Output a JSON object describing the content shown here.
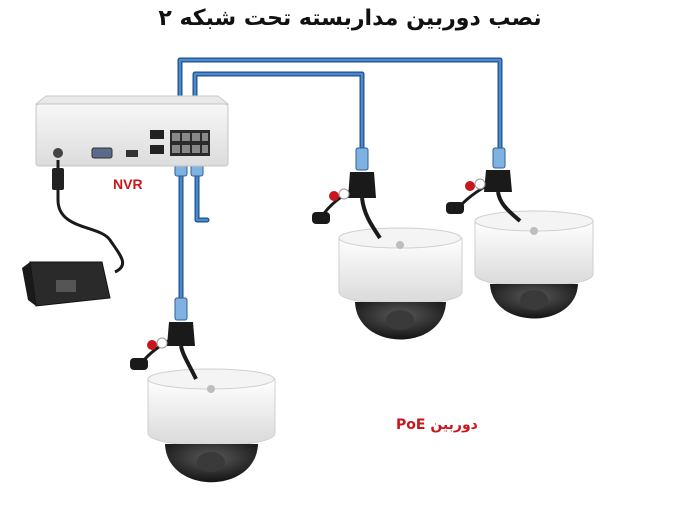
{
  "title": "نصب دوربین مداربسته  تحت شبکه ۲",
  "labels": {
    "nvr": "NVR",
    "poe_camera": "دوربین PoE"
  },
  "colors": {
    "cable": "#3a78b5",
    "cable_dark": "#1f4f86",
    "label_red": "#c8161d",
    "device_white": "#f1f1f1"
  },
  "icons": [
    "nvr-device-icon",
    "power-adapter-icon",
    "dome-camera-icon",
    "rj45-connector-icon"
  ]
}
